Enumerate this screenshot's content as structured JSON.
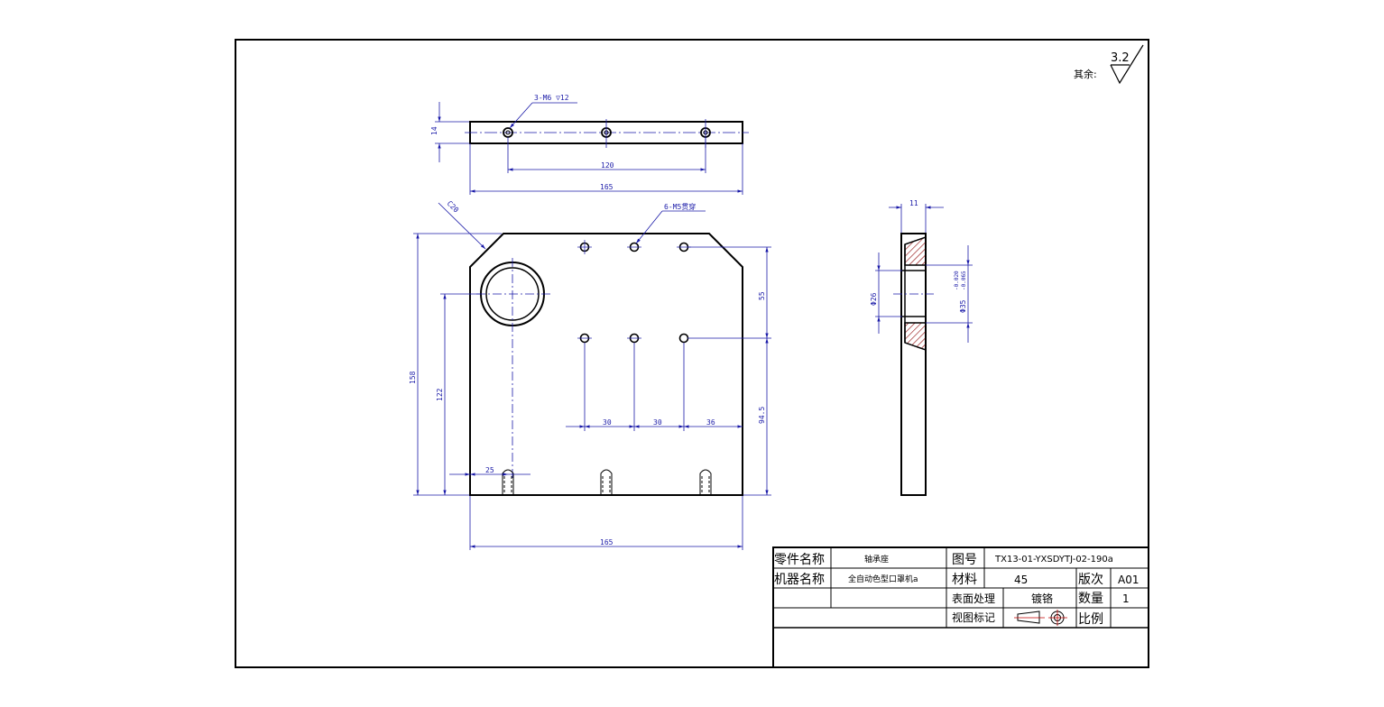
{
  "colors": {
    "line": "#000000",
    "dimension": "#1a1aa8",
    "hatch": "#8b0000",
    "center": "#1a1aa8"
  },
  "roughness": {
    "prefix": "其余:",
    "value": "3.2"
  },
  "top_view": {
    "callout": "3-M6 ▽12",
    "dim_120": "120",
    "dim_165": "165",
    "dim_14": "14"
  },
  "front_view": {
    "chamfer": "C20",
    "holes_callout": "6-M5贯穿",
    "dim_158": "158",
    "dim_122": "122",
    "dim_55": "55",
    "dim_94_5": "94.5",
    "dim_30_a": "30",
    "dim_30_b": "30",
    "dim_36": "36",
    "dim_25": "25",
    "dim_165": "165"
  },
  "side_view": {
    "dim_11": "11",
    "dim_d26": "Φ26",
    "dim_d35": "Φ35",
    "tol_upper": "-0.020",
    "tol_lower": "-0.065"
  },
  "title_block": {
    "part_name_label": "零件名称",
    "part_name": "轴承座",
    "drawing_no_label": "图号",
    "drawing_no": "TX13-01-YXSDYTJ-02-190a",
    "machine_label": "机器名称",
    "machine": "全自动色型口罩机a",
    "material_label": "材料",
    "material": "45",
    "revision_label": "版次",
    "revision": "A01",
    "surface_label": "表面处理",
    "surface": "镀铬",
    "quantity_label": "数量",
    "quantity": "1",
    "view_mark_label": "视图标记",
    "scale_label": "比例"
  }
}
